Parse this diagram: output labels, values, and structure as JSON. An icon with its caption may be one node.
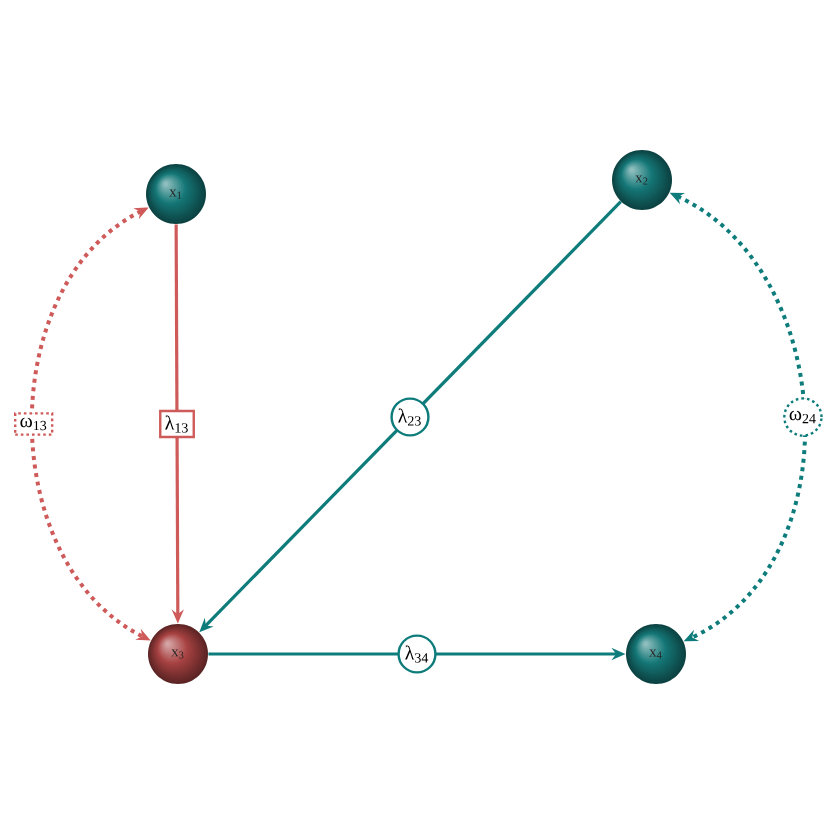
{
  "diagram": {
    "nodes": [
      {
        "text": [
          "x$_{1}$"
        ]
      },
      {
        "text": [
          "x$_{2}$"
        ]
      },
      {
        "text": [
          "x$_{3}$"
        ]
      },
      {
        "text": [
          "x$_{4}$"
        ]
      }
    ],
    "edges": [
      {
        "from": 0,
        "to": 2,
        "arrow": "to",
        "label": "λ$_{13}$",
        "color": "#cf5a5a"
      },
      {
        "from": 1,
        "to": 2,
        "arrow": "to",
        "label": "λ$_{23}$"
      },
      {
        "from": 2,
        "to": 3,
        "arrow": "to",
        "label": "λ$_{34}$"
      },
      {
        "from": 0,
        "to": 2,
        "arrow": "both",
        "label": "ω$_{13}$",
        "style": "dashed",
        "color": "#cf5a5a"
      },
      {
        "from": 1,
        "to": 3,
        "arrow": "both",
        "label": "ω$_{24}$",
        "style": "dashed"
      }
    ]
  }
}
